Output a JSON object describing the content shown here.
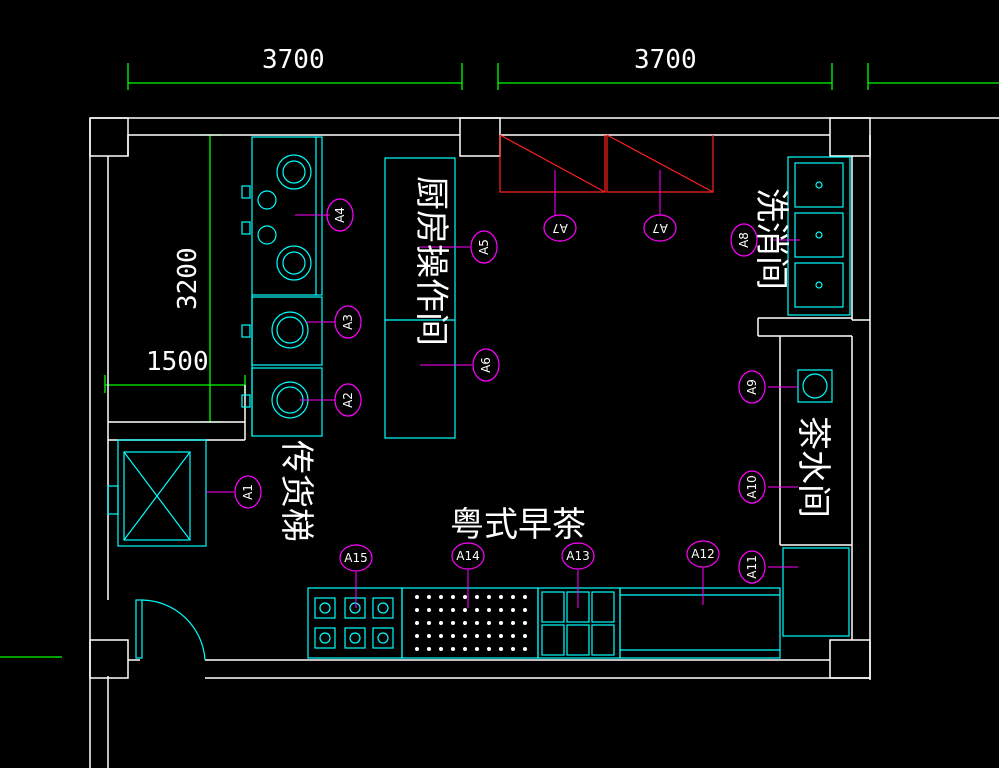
{
  "dimensions": {
    "top_left_width": "3700",
    "top_right_width": "3700",
    "left_height": "3200",
    "left_width": "1500"
  },
  "rooms": {
    "kitchen_operation": "厨房操作间",
    "goods_lift": "传货梯",
    "cantonese_tea": "粤式早茶",
    "tea_room": "茶水间",
    "washing_room": "洗消间"
  },
  "tags": [
    "A1",
    "A2",
    "A3",
    "A4",
    "A5",
    "A6",
    "A7",
    "A7",
    "A8",
    "A9",
    "A10",
    "A11",
    "A12",
    "A13",
    "A14",
    "A15"
  ],
  "colors": {
    "background": "#000000",
    "wall": "#ffffff",
    "equipment": "#00ffff",
    "hood": "#ff2020",
    "tag": "#ff00ff",
    "dimension": "#00ff00"
  }
}
